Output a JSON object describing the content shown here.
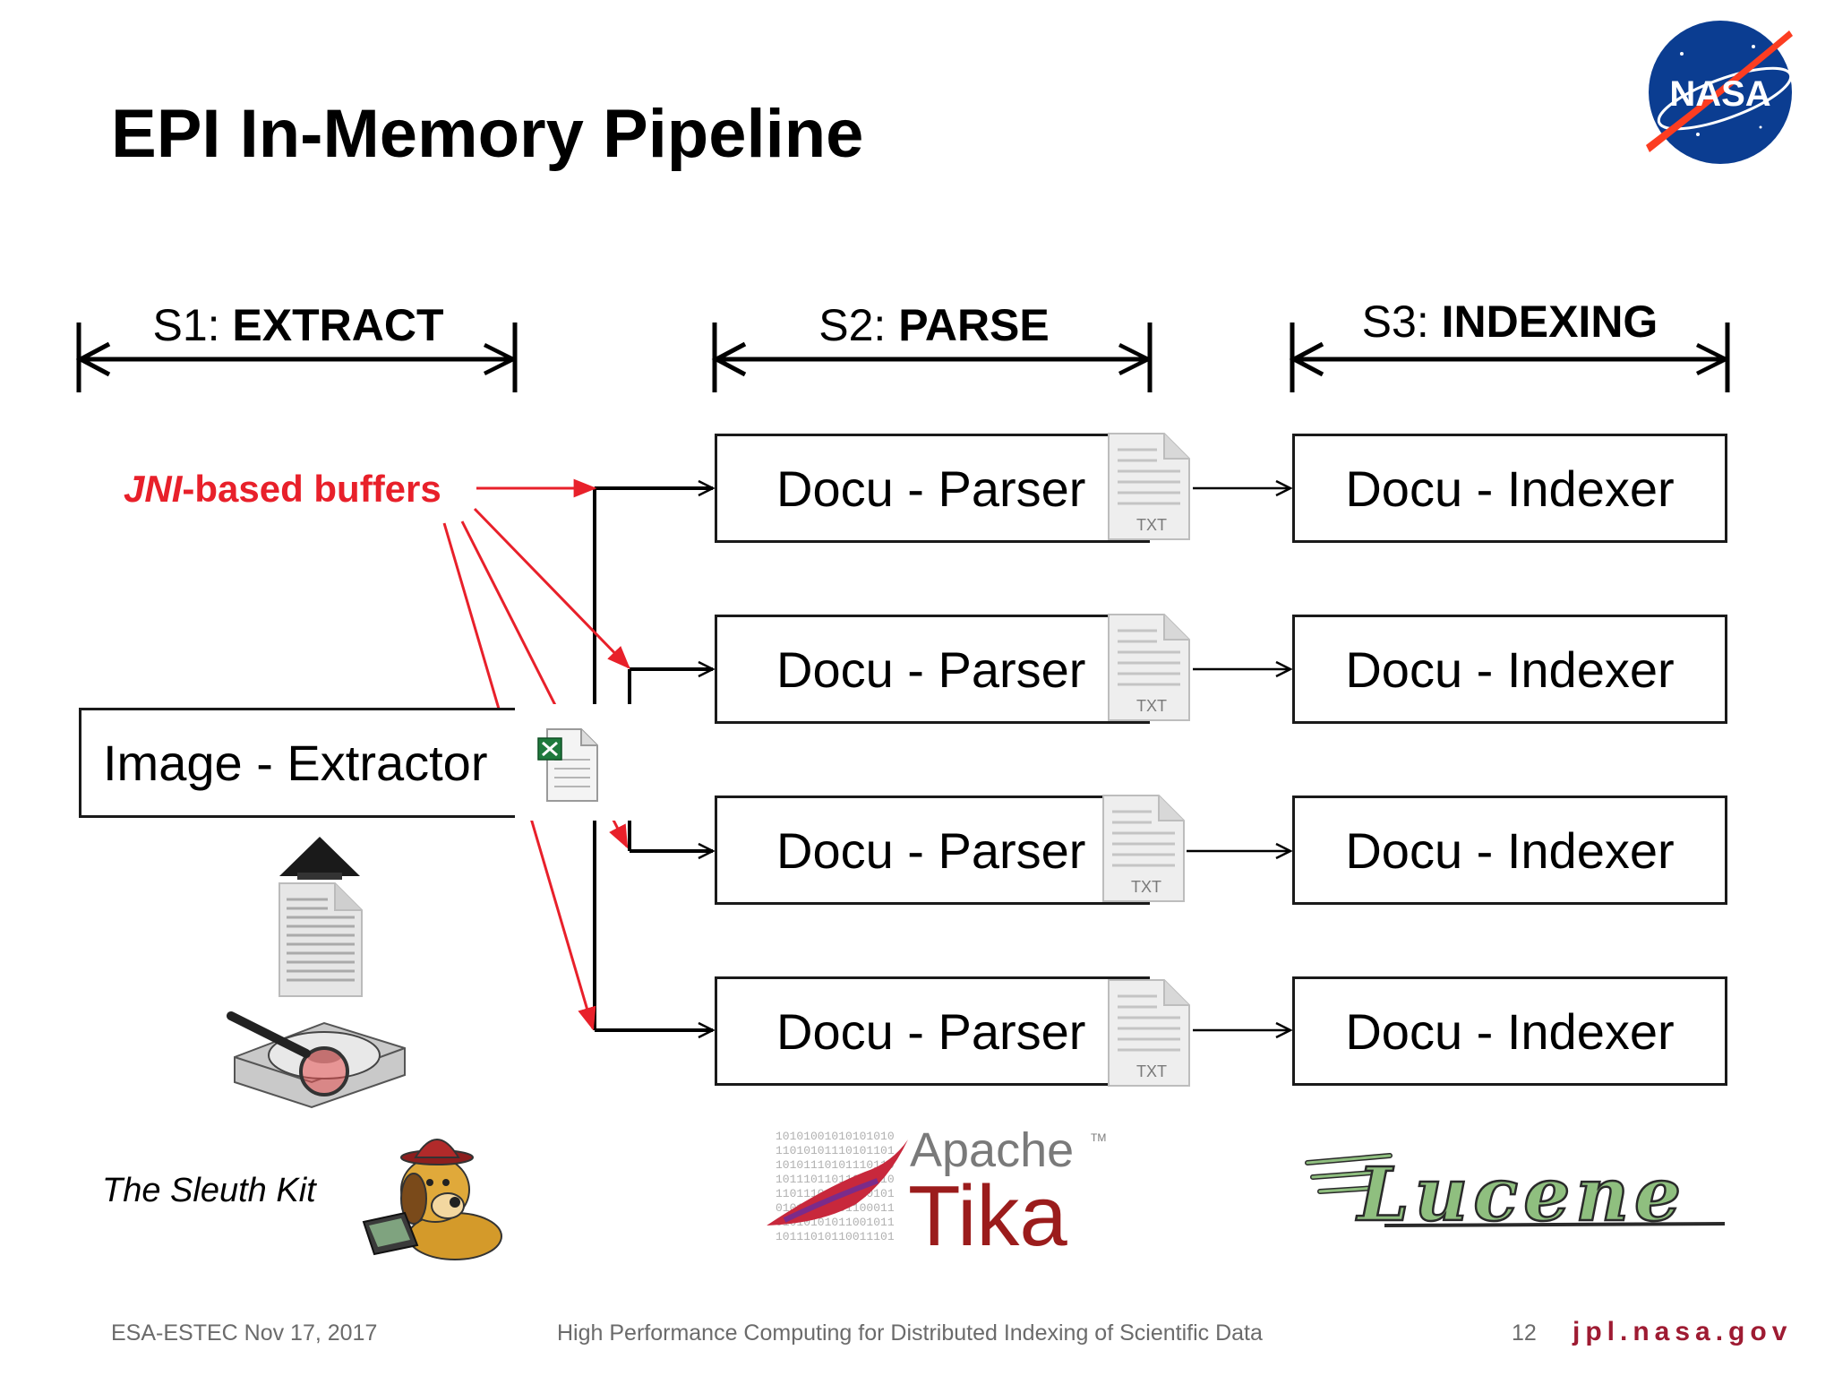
{
  "title": "EPI In-Memory Pipeline",
  "stages": [
    {
      "prefix": "S1: ",
      "name": "EXTRACT"
    },
    {
      "prefix": "S2: ",
      "name": "PARSE"
    },
    {
      "prefix": "S3: ",
      "name": "INDEXING"
    }
  ],
  "extractor_label": "Image - Extractor",
  "jni": {
    "italic": "JNI",
    "rest": "-based buffers"
  },
  "parsers": [
    "Docu - Parser",
    "Docu - Parser",
    "Docu - Parser",
    "Docu - Parser"
  ],
  "indexers": [
    "Docu - Indexer",
    "Docu - Indexer",
    "Docu - Indexer",
    "Docu - Indexer"
  ],
  "txt_icon_label": "TXT",
  "sleuth_label": "The Sleuth Kit",
  "logos": {
    "nasa": "NASA",
    "tika_top": "Apache",
    "tika_tm": "TM",
    "tika_bottom": "Tika",
    "lucene": "Lucene"
  },
  "footer": {
    "left": "ESA-ESTEC Nov 17, 2017",
    "center": "High Performance Computing for Distributed Indexing of Scientific Data",
    "page": "12",
    "site": "jpl.nasa.gov"
  },
  "colors": {
    "red_arrow": "#e8202a",
    "nasa_blue": "#0b3d91",
    "nasa_red": "#fc3d21",
    "tika_red": "#9b1c1c",
    "lucene_green": "#8fbf7f",
    "jpl_red": "#9e1b32"
  }
}
